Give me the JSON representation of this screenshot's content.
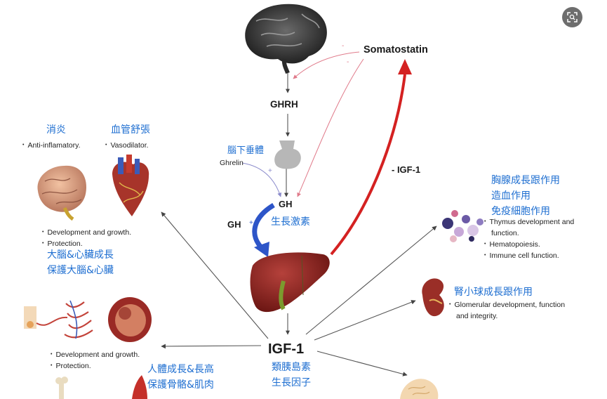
{
  "hypothalamus": {
    "hormone": "GHRH"
  },
  "somatostatin": {
    "label": "Somatostatin",
    "minus1": "-",
    "minus2": "-"
  },
  "pituitary": {
    "label_zh": "腦下垂體",
    "ghrelin": "Ghrelin",
    "plus": "+"
  },
  "gh": {
    "label": "GH",
    "label_zh": "生長激素",
    "left_label": "GH",
    "plus": "+"
  },
  "feedback": {
    "label": "- IGF-1"
  },
  "igf1": {
    "label": "IGF-1",
    "label_zh_1": "類胰島素",
    "label_zh_2": "生長因子"
  },
  "effects": {
    "inflammation": {
      "title_zh": "消炎",
      "bullet": "Anti-inflamatory."
    },
    "vessels": {
      "title_zh": "血管舒張",
      "bullet": "Vasodilator."
    },
    "brain_heart": {
      "bullets": [
        "Development and growth.",
        "Protection."
      ],
      "zh_1": "大腦&心臟成長",
      "zh_2": "保護大腦&心臟"
    },
    "body": {
      "bullets": [
        "Development and growth.",
        "Protection."
      ],
      "zh_1": "人體成長&長高",
      "zh_2": "保護骨骼&肌肉"
    },
    "thymus": {
      "zh_1": "胸腺成長跟作用",
      "zh_2": "造血作用",
      "zh_3": "免疫細胞作用",
      "bullets": [
        "Thymus development and",
        "function.",
        "Hematopoiesis.",
        "Immune cell function."
      ]
    },
    "kidney": {
      "zh": "腎小球成長跟作用",
      "bullets": [
        "Glomerular development, function",
        "and integrity."
      ]
    }
  },
  "toolbar": {
    "icon": "scan-icon"
  }
}
